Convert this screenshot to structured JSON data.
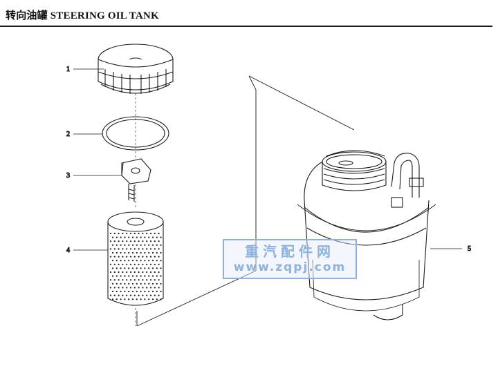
{
  "header": {
    "title": "转向油罐 STEERING OIL TANK"
  },
  "parts": [
    {
      "number": "1",
      "name": "cap-icon"
    },
    {
      "number": "2",
      "name": "o-ring-icon"
    },
    {
      "number": "3",
      "name": "valve-clip-icon"
    },
    {
      "number": "4",
      "name": "filter-element-icon"
    },
    {
      "number": "5",
      "name": "oil-tank-body-icon"
    }
  ],
  "watermark": {
    "cn": "重汽配件网",
    "en": "www.zqpj.com"
  },
  "colors": {
    "line": "#1a1a1a",
    "watermark": "#8fb2dc"
  }
}
